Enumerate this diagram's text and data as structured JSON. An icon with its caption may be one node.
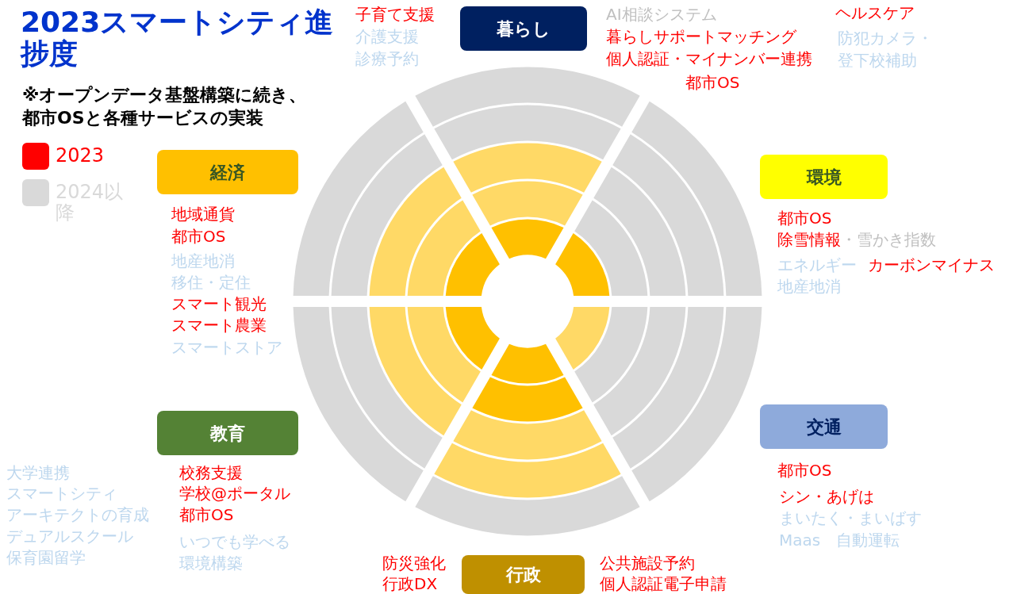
{
  "diagram": {
    "title": "2023スマートシティ進捗度",
    "nodes": [
      {
        "text": [
          "暮らし"
        ],
        "beside": [
          "子育て支援",
          "介護支援",
          "診療予約",
          "AI相談システム",
          "暮らしサポートマッチング",
          "個人認証・マイナンバー連携",
          "都市OS",
          "ヘルスケア",
          "防犯カメラ・",
          "登下校補助"
        ]
      },
      {
        "text": [
          "経済"
        ],
        "beside": [
          "地域通貨",
          "都市OS",
          "地産地消",
          "移住・定住",
          "スマート観光",
          "スマート農業",
          "スマートストア"
        ]
      },
      {
        "text": [
          "環境"
        ],
        "beside": [
          "都市OS",
          "除雪情報",
          "・雪かき指数",
          "エネルギー",
          "カーボンマイナス",
          "地産地消"
        ]
      },
      {
        "text": [
          "教育"
        ],
        "beside": [
          "大学連携",
          "スマートシティ",
          "アーキテクトの育成",
          "デュアルスクール",
          "保育園留学",
          "校務支援",
          "学校@ポータル",
          "都市OS",
          "いつでも学べる",
          "環境構築"
        ]
      },
      {
        "text": [
          "交通"
        ],
        "beside": [
          "都市OS",
          "シン・あげは",
          "まいたく・まいばす",
          "Maas　自動運転"
        ]
      },
      {
        "text": [
          "行政"
        ],
        "beside": [
          "防災強化",
          "行政DX",
          "公共施設予約",
          "個人認証電子申請"
        ]
      }
    ],
    "labels": [
      "※オープンデータ基盤構築に続き、都市OSと各種サービスの実装"
    ],
    "legend": [
      {
        "text": "2023",
        "color": "#ff0000"
      },
      {
        "text": "2024以降",
        "color": "#d9d9d9"
      }
    ]
  }
}
